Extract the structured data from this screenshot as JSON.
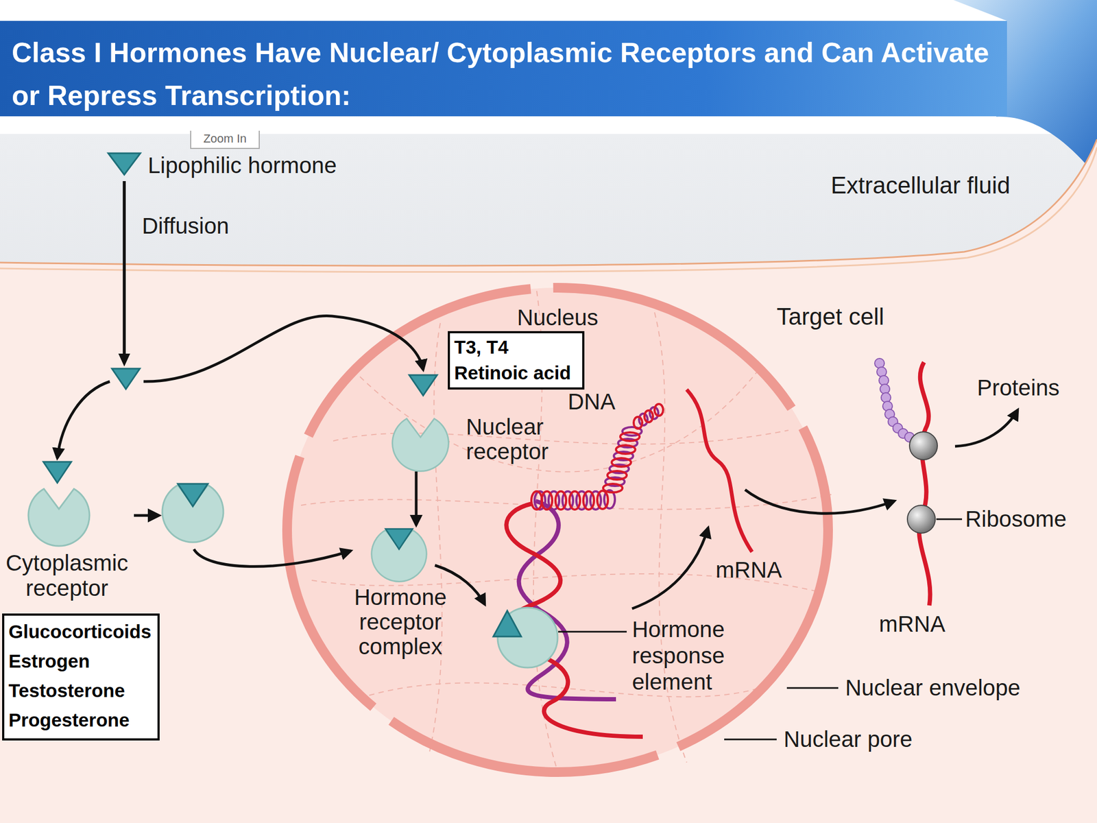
{
  "diagram": {
    "title": "Class I Hormones Have Nuclear/ Cytoplasmic Receptors and Can Activate or Repress Transcription:",
    "nodes": [
      {
        "text": [
          "Lipophilic hormone"
        ]
      },
      {
        "text": [
          "Target cell"
        ]
      },
      {
        "text": [
          "Cytoplasmic receptor"
        ],
        "in": 1
      },
      {
        "text": [
          "Glucocorticoids",
          "Estrogen",
          "Testosterone",
          "Progesterone"
        ],
        "in": 1
      },
      {
        "text": [
          "Nucleus"
        ],
        "in": 1
      },
      {
        "text": [
          "T3, T4",
          "Retinoic acid"
        ],
        "in": 4
      },
      {
        "text": [
          "Nuclear receptor"
        ],
        "in": 4
      },
      {
        "text": [
          "Hormone receptor complex"
        ],
        "in": 4
      }
    ],
    "edges": [
      {
        "from": 0,
        "to": 2,
        "label": "Diffusion",
        "arrow": "to"
      },
      {
        "from": 0,
        "to": 6,
        "arrow": "to"
      },
      {
        "from": 6,
        "to": 7,
        "arrow": "to"
      },
      {
        "from": 2,
        "to": 7,
        "arrow": "to"
      }
    ],
    "labels": [
      "Zoom In",
      "Extracellular fluid",
      "DNA",
      "mRNA",
      "Hormone response element",
      "mRNA",
      "Proteins",
      "Ribosome",
      "Nuclear envelope",
      "Nuclear pore"
    ]
  }
}
